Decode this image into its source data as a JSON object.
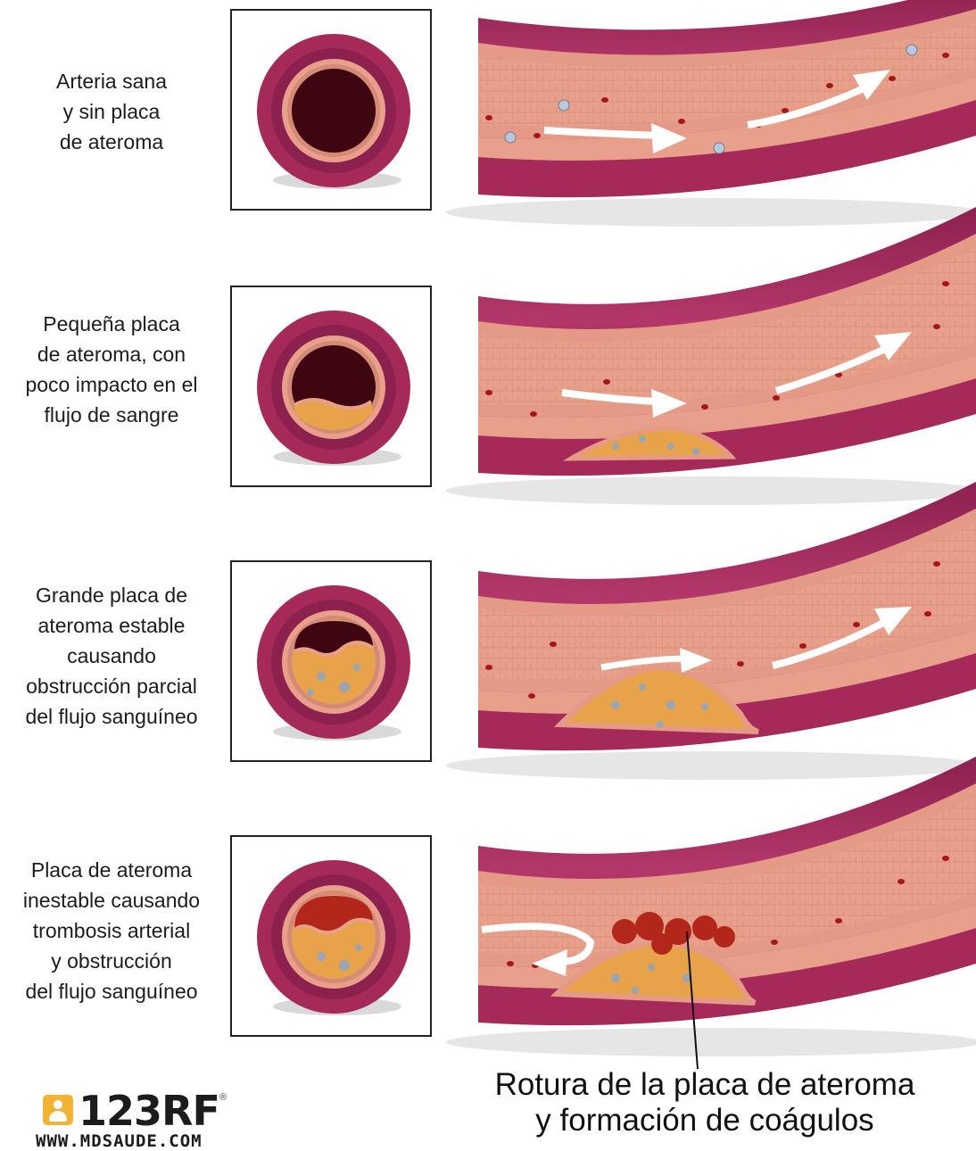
{
  "panels": [
    {
      "label_lines": [
        "Arteria sana",
        "y sin placa",
        "de ateroma"
      ]
    },
    {
      "label_lines": [
        "Pequeña placa",
        "de ateroma, con",
        "poco impacto en el",
        "flujo de sangre"
      ]
    },
    {
      "label_lines": [
        "Grande placa de",
        "ateroma estable",
        "causando",
        "obstrucción parcial",
        "del flujo sanguíneo"
      ]
    },
    {
      "label_lines": [
        "Placa de ateroma",
        "inestable causando",
        "trombosis arterial",
        "y obstrucción",
        "del flujo sanguíneo"
      ]
    }
  ],
  "caption": {
    "line1": "Rotura de la placa de ateroma",
    "line2": "y formación de coágulos"
  },
  "logo": {
    "brand": "123RF",
    "registered": "®",
    "url": "WWW.MDSAUDE.COM"
  },
  "colors": {
    "outer_wall": "#a52a5a",
    "outer_wall_dark": "#7e1d44",
    "inner_wall": "#e49a86",
    "lumen": "#e8a08a",
    "lumen_dark": "#3e0611",
    "plaque": "#e8a34a",
    "clot": "#b3261b",
    "blood_cell": "#a4161a",
    "arrow": "#ffffff"
  }
}
